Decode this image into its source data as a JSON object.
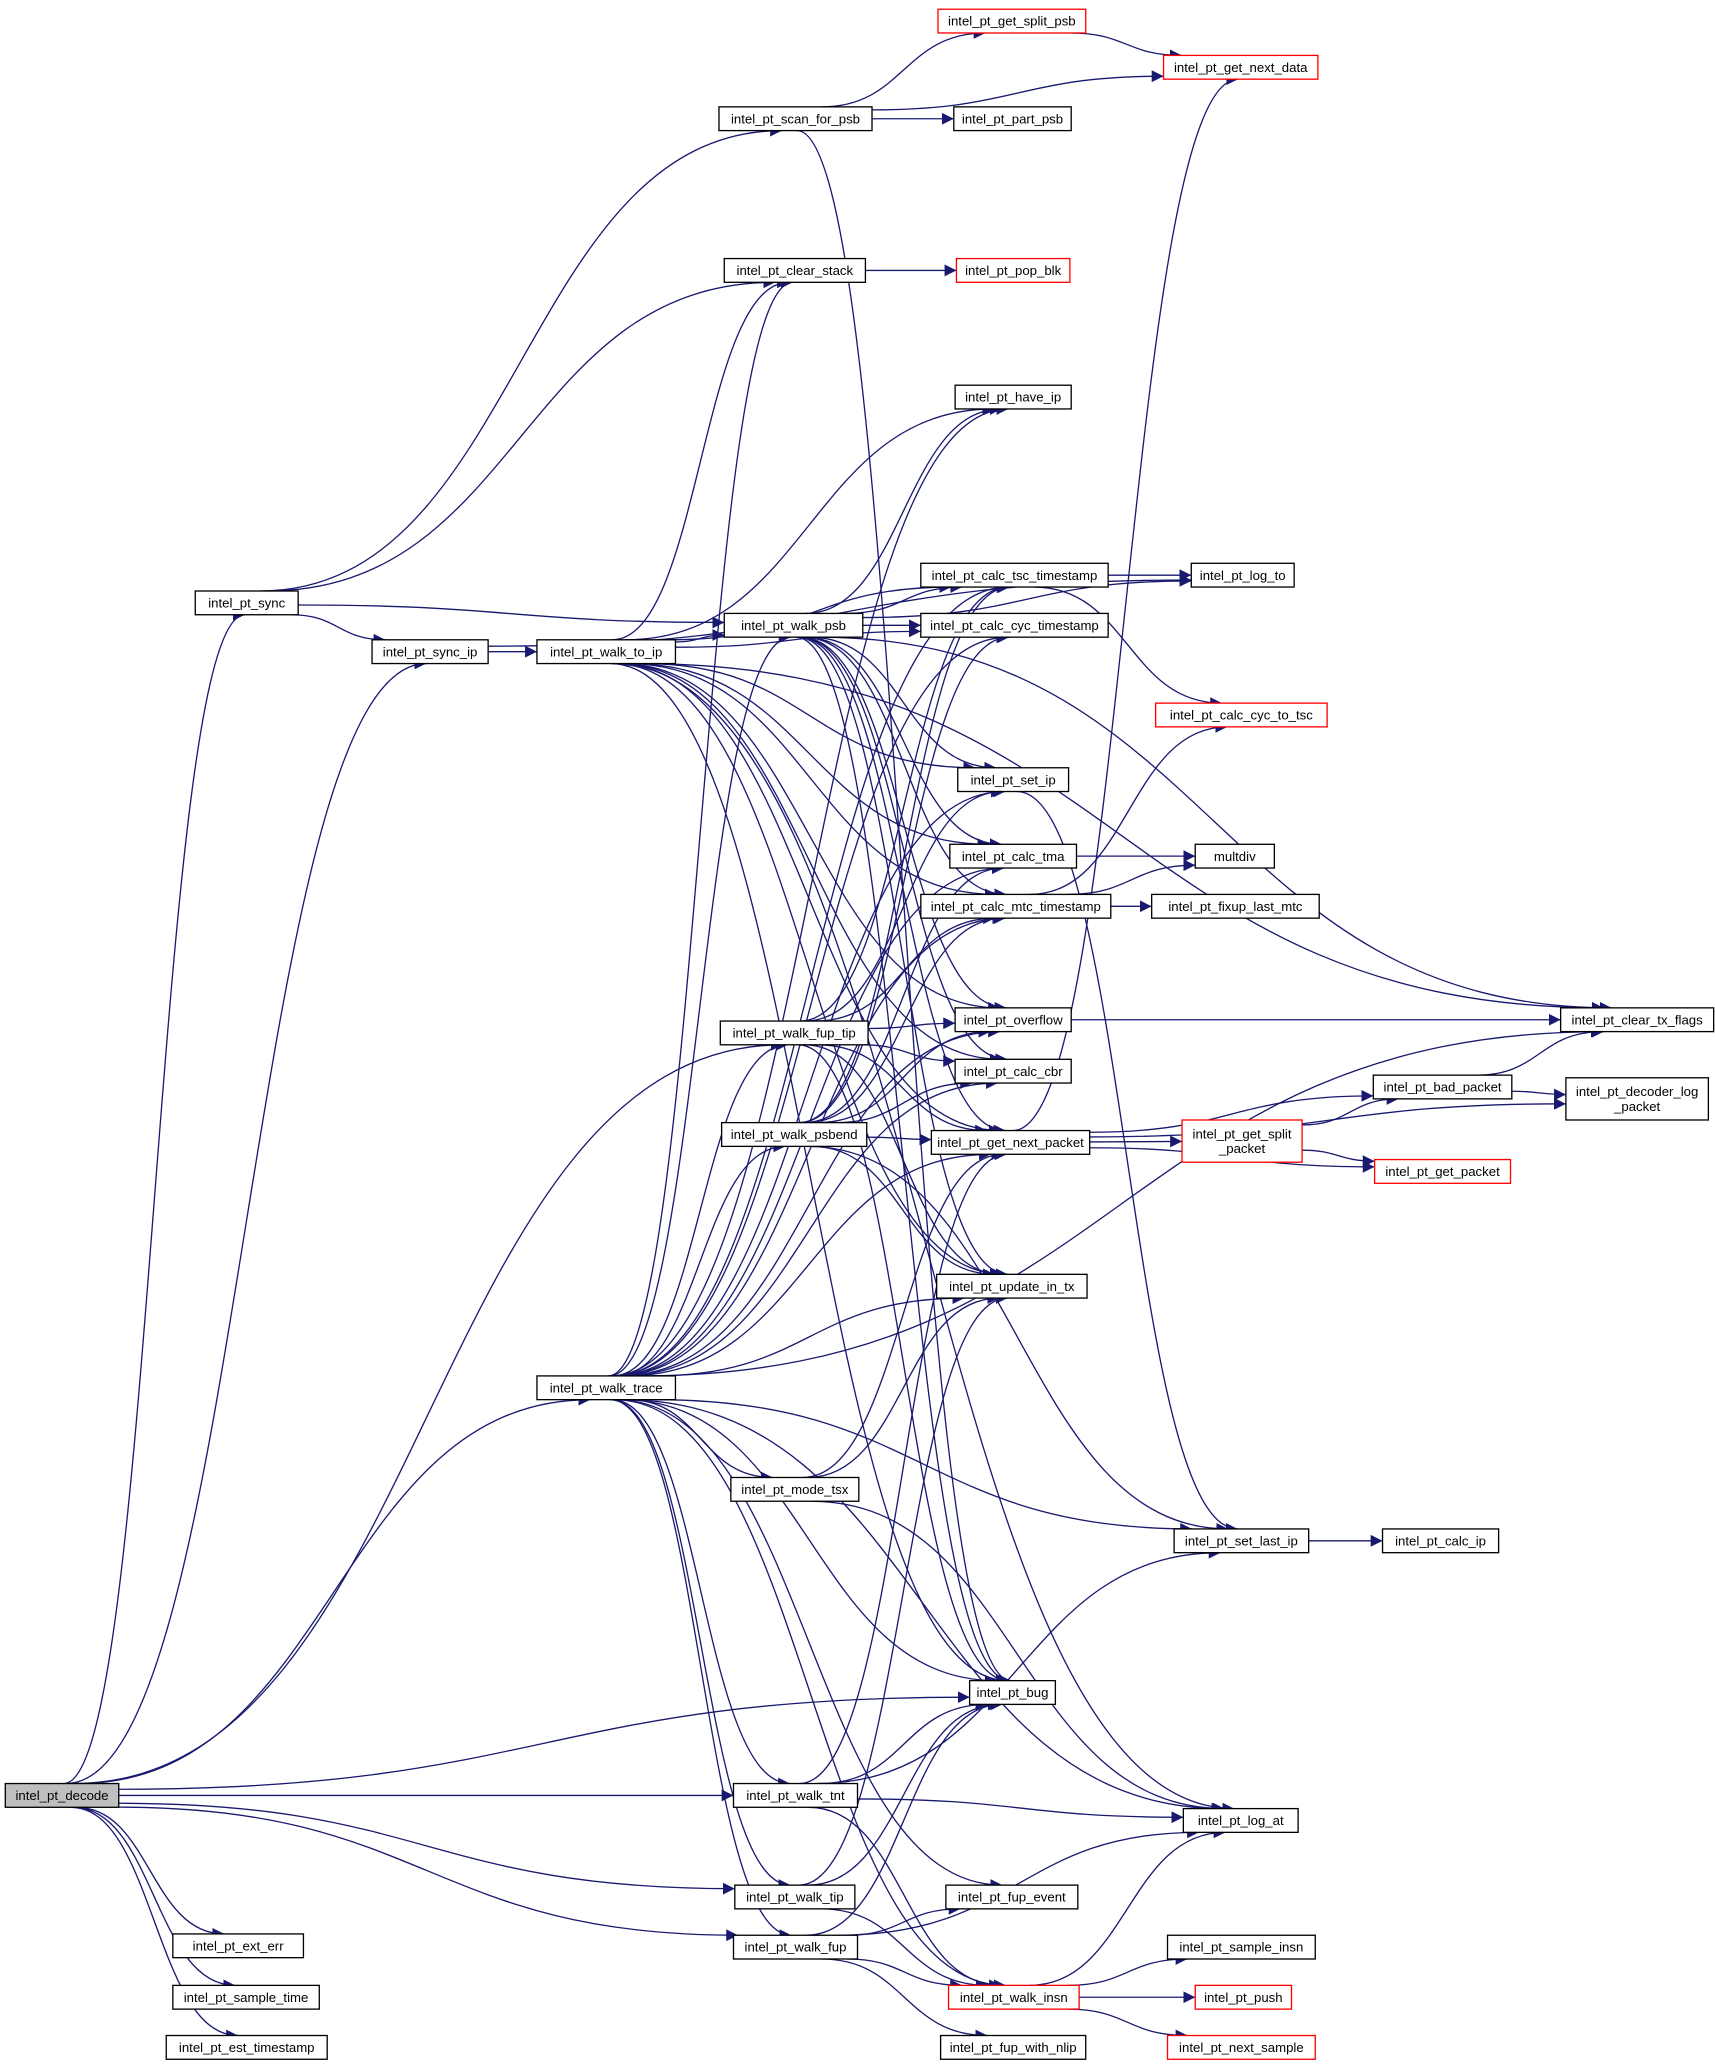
{
  "title": "intel_pt_decode call graph",
  "colors": {
    "edge": "#191970",
    "root_fill": "#bfbfbf",
    "truncated_border": "#ff0000",
    "border": "#000000"
  },
  "nodes": [
    {
      "id": "decode",
      "label": [
        "intel_pt_decode"
      ],
      "root": true
    },
    {
      "id": "ext_err",
      "label": [
        "intel_pt_ext_err"
      ]
    },
    {
      "id": "sample_time",
      "label": [
        "intel_pt_sample_time"
      ]
    },
    {
      "id": "est_timestamp",
      "label": [
        "intel_pt_est_timestamp"
      ]
    },
    {
      "id": "sync",
      "label": [
        "intel_pt_sync"
      ]
    },
    {
      "id": "sync_ip",
      "label": [
        "intel_pt_sync_ip"
      ]
    },
    {
      "id": "walk_to_ip",
      "label": [
        "intel_pt_walk_to_ip"
      ]
    },
    {
      "id": "walk_trace",
      "label": [
        "intel_pt_walk_trace"
      ]
    },
    {
      "id": "scan_for_psb",
      "label": [
        "intel_pt_scan_for_psb"
      ]
    },
    {
      "id": "clear_stack",
      "label": [
        "intel_pt_clear_stack"
      ]
    },
    {
      "id": "walk_psb",
      "label": [
        "intel_pt_walk_psb"
      ]
    },
    {
      "id": "walk_fup_tip",
      "label": [
        "intel_pt_walk_fup_tip"
      ]
    },
    {
      "id": "walk_psbend",
      "label": [
        "intel_pt_walk_psbend"
      ]
    },
    {
      "id": "mode_tsx",
      "label": [
        "intel_pt_mode_tsx"
      ]
    },
    {
      "id": "walk_tnt",
      "label": [
        "intel_pt_walk_tnt"
      ]
    },
    {
      "id": "walk_tip",
      "label": [
        "intel_pt_walk_tip"
      ]
    },
    {
      "id": "walk_fup",
      "label": [
        "intel_pt_walk_fup"
      ]
    },
    {
      "id": "get_split_psb",
      "label": [
        "intel_pt_get_split_psb"
      ],
      "truncated": true
    },
    {
      "id": "get_next_data",
      "label": [
        "intel_pt_get_next_data"
      ],
      "truncated": true
    },
    {
      "id": "part_psb",
      "label": [
        "intel_pt_part_psb"
      ]
    },
    {
      "id": "pop_blk",
      "label": [
        "intel_pt_pop_blk"
      ],
      "truncated": true
    },
    {
      "id": "have_ip",
      "label": [
        "intel_pt_have_ip"
      ]
    },
    {
      "id": "calc_tsc",
      "label": [
        "intel_pt_calc_tsc_timestamp"
      ]
    },
    {
      "id": "calc_cyc",
      "label": [
        "intel_pt_calc_cyc_timestamp"
      ]
    },
    {
      "id": "set_ip",
      "label": [
        "intel_pt_set_ip"
      ]
    },
    {
      "id": "calc_tma",
      "label": [
        "intel_pt_calc_tma"
      ]
    },
    {
      "id": "calc_mtc",
      "label": [
        "intel_pt_calc_mtc_timestamp"
      ]
    },
    {
      "id": "overflow",
      "label": [
        "intel_pt_overflow"
      ]
    },
    {
      "id": "calc_cbr",
      "label": [
        "intel_pt_calc_cbr"
      ]
    },
    {
      "id": "get_next_packet",
      "label": [
        "intel_pt_get_next_packet"
      ]
    },
    {
      "id": "update_in_tx",
      "label": [
        "intel_pt_update_in_tx"
      ]
    },
    {
      "id": "bug",
      "label": [
        "intel_pt_bug"
      ]
    },
    {
      "id": "fup_event",
      "label": [
        "intel_pt_fup_event"
      ]
    },
    {
      "id": "walk_insn",
      "label": [
        "intel_pt_walk_insn"
      ],
      "truncated": true
    },
    {
      "id": "fup_with_nlip",
      "label": [
        "intel_pt_fup_with_nlip"
      ]
    },
    {
      "id": "log_to",
      "label": [
        "intel_pt_log_to"
      ]
    },
    {
      "id": "calc_cyc_to_tsc",
      "label": [
        "intel_pt_calc_cyc_to_tsc"
      ],
      "truncated": true
    },
    {
      "id": "multdiv",
      "label": [
        "multdiv"
      ]
    },
    {
      "id": "fixup_last_mtc",
      "label": [
        "intel_pt_fixup_last_mtc"
      ]
    },
    {
      "id": "get_split_packet",
      "label": [
        "intel_pt_get_split",
        "_packet"
      ],
      "truncated": true
    },
    {
      "id": "bad_packet",
      "label": [
        "intel_pt_bad_packet"
      ]
    },
    {
      "id": "get_packet",
      "label": [
        "intel_pt_get_packet"
      ],
      "truncated": true
    },
    {
      "id": "set_last_ip",
      "label": [
        "intel_pt_set_last_ip"
      ]
    },
    {
      "id": "calc_ip",
      "label": [
        "intel_pt_calc_ip"
      ]
    },
    {
      "id": "log_at",
      "label": [
        "intel_pt_log_at"
      ]
    },
    {
      "id": "sample_insn",
      "label": [
        "intel_pt_sample_insn"
      ]
    },
    {
      "id": "push",
      "label": [
        "intel_pt_push"
      ],
      "truncated": true
    },
    {
      "id": "next_sample",
      "label": [
        "intel_pt_next_sample"
      ],
      "truncated": true
    },
    {
      "id": "clear_tx_flags",
      "label": [
        "intel_pt_clear_tx_flags"
      ]
    },
    {
      "id": "decoder_log_packet",
      "label": [
        "intel_pt_decoder_log",
        "_packet"
      ]
    }
  ],
  "edges": [
    [
      "decode",
      "sync"
    ],
    [
      "decode",
      "sync_ip"
    ],
    [
      "decode",
      "walk_fup_tip"
    ],
    [
      "decode",
      "walk_trace"
    ],
    [
      "decode",
      "bug"
    ],
    [
      "decode",
      "walk_tnt"
    ],
    [
      "decode",
      "walk_tip"
    ],
    [
      "decode",
      "walk_fup"
    ],
    [
      "decode",
      "ext_err"
    ],
    [
      "decode",
      "sample_time"
    ],
    [
      "decode",
      "est_timestamp"
    ],
    [
      "sync",
      "scan_for_psb"
    ],
    [
      "sync",
      "clear_stack"
    ],
    [
      "sync",
      "sync_ip"
    ],
    [
      "sync",
      "walk_psb"
    ],
    [
      "sync_ip",
      "walk_to_ip"
    ],
    [
      "sync_ip",
      "log_to"
    ],
    [
      "scan_for_psb",
      "get_split_psb"
    ],
    [
      "scan_for_psb",
      "get_next_data"
    ],
    [
      "scan_for_psb",
      "part_psb"
    ],
    [
      "scan_for_psb",
      "bug"
    ],
    [
      "get_split_psb",
      "get_next_data"
    ],
    [
      "clear_stack",
      "pop_blk"
    ],
    [
      "walk_to_ip",
      "walk_psb"
    ],
    [
      "walk_to_ip",
      "clear_stack"
    ],
    [
      "walk_to_ip",
      "have_ip"
    ],
    [
      "walk_to_ip",
      "calc_tsc"
    ],
    [
      "walk_to_ip",
      "calc_cyc"
    ],
    [
      "walk_to_ip",
      "set_ip"
    ],
    [
      "walk_to_ip",
      "calc_tma"
    ],
    [
      "walk_to_ip",
      "calc_mtc"
    ],
    [
      "walk_to_ip",
      "overflow"
    ],
    [
      "walk_to_ip",
      "calc_cbr"
    ],
    [
      "walk_to_ip",
      "get_next_packet"
    ],
    [
      "walk_to_ip",
      "update_in_tx"
    ],
    [
      "walk_to_ip",
      "bug"
    ],
    [
      "walk_to_ip",
      "clear_tx_flags"
    ],
    [
      "walk_to_ip",
      "log_at"
    ],
    [
      "walk_psb",
      "calc_tsc"
    ],
    [
      "walk_psb",
      "calc_cyc"
    ],
    [
      "walk_psb",
      "log_to"
    ],
    [
      "walk_psb",
      "set_ip"
    ],
    [
      "walk_psb",
      "calc_tma"
    ],
    [
      "walk_psb",
      "calc_mtc"
    ],
    [
      "walk_psb",
      "overflow"
    ],
    [
      "walk_psb",
      "calc_cbr"
    ],
    [
      "walk_psb",
      "get_next_packet"
    ],
    [
      "walk_psb",
      "update_in_tx"
    ],
    [
      "walk_psb",
      "bug"
    ],
    [
      "walk_psb",
      "clear_tx_flags"
    ],
    [
      "walk_psb",
      "have_ip"
    ],
    [
      "walk_fup_tip",
      "set_ip"
    ],
    [
      "walk_fup_tip",
      "calc_tsc"
    ],
    [
      "walk_fup_tip",
      "calc_mtc"
    ],
    [
      "walk_fup_tip",
      "overflow"
    ],
    [
      "walk_fup_tip",
      "calc_cbr"
    ],
    [
      "walk_fup_tip",
      "get_next_packet"
    ],
    [
      "walk_fup_tip",
      "bug"
    ],
    [
      "walk_fup_tip",
      "update_in_tx"
    ],
    [
      "walk_psbend",
      "calc_tma"
    ],
    [
      "walk_psbend",
      "calc_mtc"
    ],
    [
      "walk_psbend",
      "overflow"
    ],
    [
      "walk_psbend",
      "calc_cbr"
    ],
    [
      "walk_psbend",
      "get_next_packet"
    ],
    [
      "walk_psbend",
      "update_in_tx"
    ],
    [
      "walk_psbend",
      "set_last_ip"
    ],
    [
      "walk_psbend",
      "calc_tsc"
    ],
    [
      "walk_psbend",
      "calc_cyc"
    ],
    [
      "walk_trace",
      "clear_stack"
    ],
    [
      "walk_trace",
      "have_ip"
    ],
    [
      "walk_trace",
      "calc_tsc"
    ],
    [
      "walk_trace",
      "calc_cyc"
    ],
    [
      "walk_trace",
      "walk_psb"
    ],
    [
      "walk_trace",
      "walk_fup_tip"
    ],
    [
      "walk_trace",
      "walk_psbend"
    ],
    [
      "walk_trace",
      "set_ip"
    ],
    [
      "walk_trace",
      "calc_tma"
    ],
    [
      "walk_trace",
      "calc_mtc"
    ],
    [
      "walk_trace",
      "overflow"
    ],
    [
      "walk_trace",
      "calc_cbr"
    ],
    [
      "walk_trace",
      "get_next_packet"
    ],
    [
      "walk_trace",
      "update_in_tx"
    ],
    [
      "walk_trace",
      "mode_tsx"
    ],
    [
      "walk_trace",
      "clear_tx_flags"
    ],
    [
      "walk_trace",
      "set_last_ip"
    ],
    [
      "walk_trace",
      "log_at"
    ],
    [
      "walk_trace",
      "bug"
    ],
    [
      "walk_trace",
      "walk_tnt"
    ],
    [
      "walk_trace",
      "walk_tip"
    ],
    [
      "walk_trace",
      "walk_fup"
    ],
    [
      "walk_trace",
      "fup_event"
    ],
    [
      "walk_trace",
      "walk_insn"
    ],
    [
      "mode_tsx",
      "get_next_packet"
    ],
    [
      "mode_tsx",
      "update_in_tx"
    ],
    [
      "mode_tsx",
      "log_at"
    ],
    [
      "walk_tnt",
      "get_next_packet"
    ],
    [
      "walk_tnt",
      "bug"
    ],
    [
      "walk_tnt",
      "set_last_ip"
    ],
    [
      "walk_tnt",
      "log_at"
    ],
    [
      "walk_tnt",
      "walk_insn"
    ],
    [
      "walk_tip",
      "bug"
    ],
    [
      "walk_tip",
      "update_in_tx"
    ],
    [
      "walk_tip",
      "walk_insn"
    ],
    [
      "walk_fup",
      "bug"
    ],
    [
      "walk_fup",
      "fup_event"
    ],
    [
      "walk_fup",
      "walk_insn"
    ],
    [
      "walk_fup",
      "log_at"
    ],
    [
      "walk_fup",
      "fup_with_nlip"
    ],
    [
      "walk_insn",
      "sample_insn"
    ],
    [
      "walk_insn",
      "push"
    ],
    [
      "walk_insn",
      "next_sample"
    ],
    [
      "walk_insn",
      "log_at"
    ],
    [
      "calc_tsc",
      "log_to"
    ],
    [
      "calc_tsc",
      "calc_cyc_to_tsc"
    ],
    [
      "calc_tma",
      "multdiv"
    ],
    [
      "calc_mtc",
      "multdiv"
    ],
    [
      "calc_mtc",
      "fixup_last_mtc"
    ],
    [
      "calc_mtc",
      "calc_cyc_to_tsc"
    ],
    [
      "overflow",
      "clear_tx_flags"
    ],
    [
      "get_next_packet",
      "get_split_packet"
    ],
    [
      "get_next_packet",
      "get_packet"
    ],
    [
      "get_next_packet",
      "bad_packet"
    ],
    [
      "get_next_packet",
      "decoder_log_packet"
    ],
    [
      "get_next_packet",
      "get_next_data"
    ],
    [
      "get_split_packet",
      "bad_packet"
    ],
    [
      "get_split_packet",
      "get_packet"
    ],
    [
      "bad_packet",
      "clear_tx_flags"
    ],
    [
      "bad_packet",
      "decoder_log_packet"
    ],
    [
      "set_ip",
      "set_last_ip"
    ],
    [
      "set_last_ip",
      "calc_ip"
    ]
  ]
}
